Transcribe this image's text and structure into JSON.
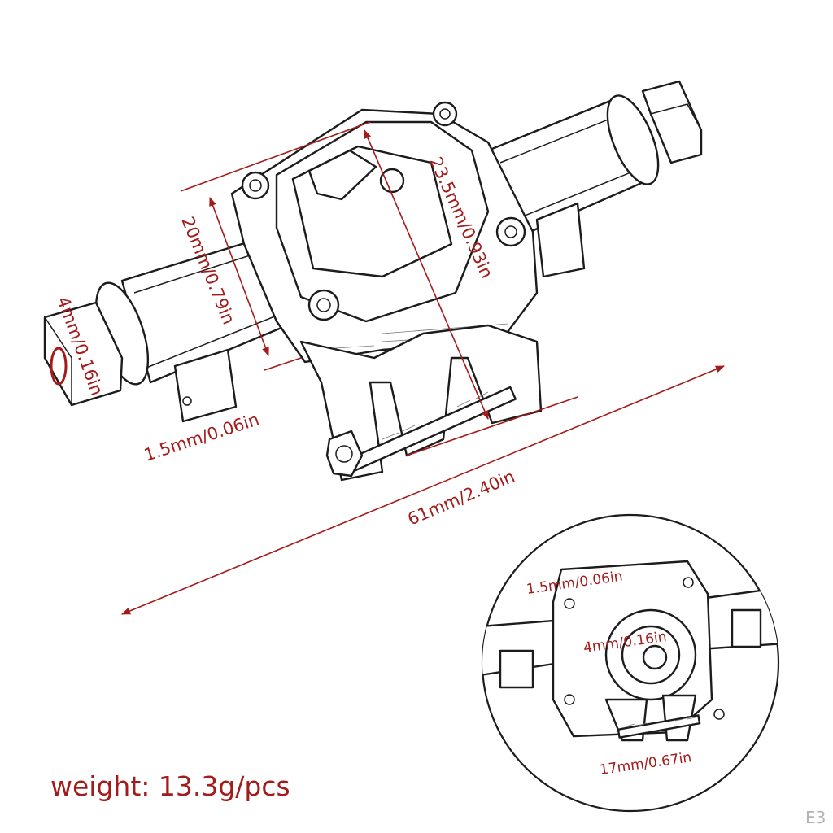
{
  "dimensions": {
    "shaft_tip": "4mm/0.16in",
    "height": "20mm/0.79in",
    "housing_length": "23.5mm/0.93in",
    "tab": "1.5mm/0.06in",
    "overall_length": "61mm/2.40in"
  },
  "inset": {
    "tab": "1.5mm/0.06in",
    "bore": "4mm/0.16in",
    "width": "17mm/0.67in"
  },
  "weight": "weight: 13.3g/pcs",
  "watermark": "E3",
  "colors": {
    "annotation": "#a31b1b",
    "line": "#1c1c1c",
    "background": "#ffffff"
  }
}
